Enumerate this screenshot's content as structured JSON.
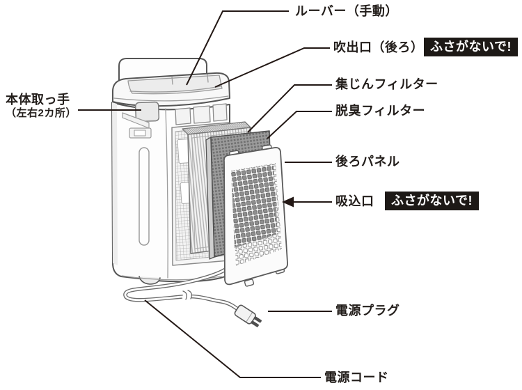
{
  "figure": {
    "type": "parts-diagram",
    "subject": "air-purifier-exploded-view",
    "labels": {
      "handle_line1": "本体取っ手",
      "handle_line2": "（左右2カ所）",
      "louver": "ルーバー（手動）",
      "outlet": "吹出口（後ろ）",
      "outlet_badge": "ふさがないで!",
      "dust_filter": "集じんフィルター",
      "deodorizing_filter": "脱臭フィルター",
      "rear_panel": "後ろパネル",
      "inlet": "吸込口",
      "inlet_badge": "ふさがないで!",
      "power_plug": "電源プラグ",
      "power_cord": "電源コード"
    },
    "colors": {
      "background": "#ffffff",
      "label_text": "#221d1a",
      "badge_bg": "#1d1916",
      "badge_text": "#ffffff",
      "leader_line": "#231815",
      "artwork_outline": "#555555",
      "artwork_light_line": "#9b9b9b",
      "deodorizing_filter_fill": "#9c9c9c",
      "panel_fill": "#fbfbfb"
    }
  }
}
